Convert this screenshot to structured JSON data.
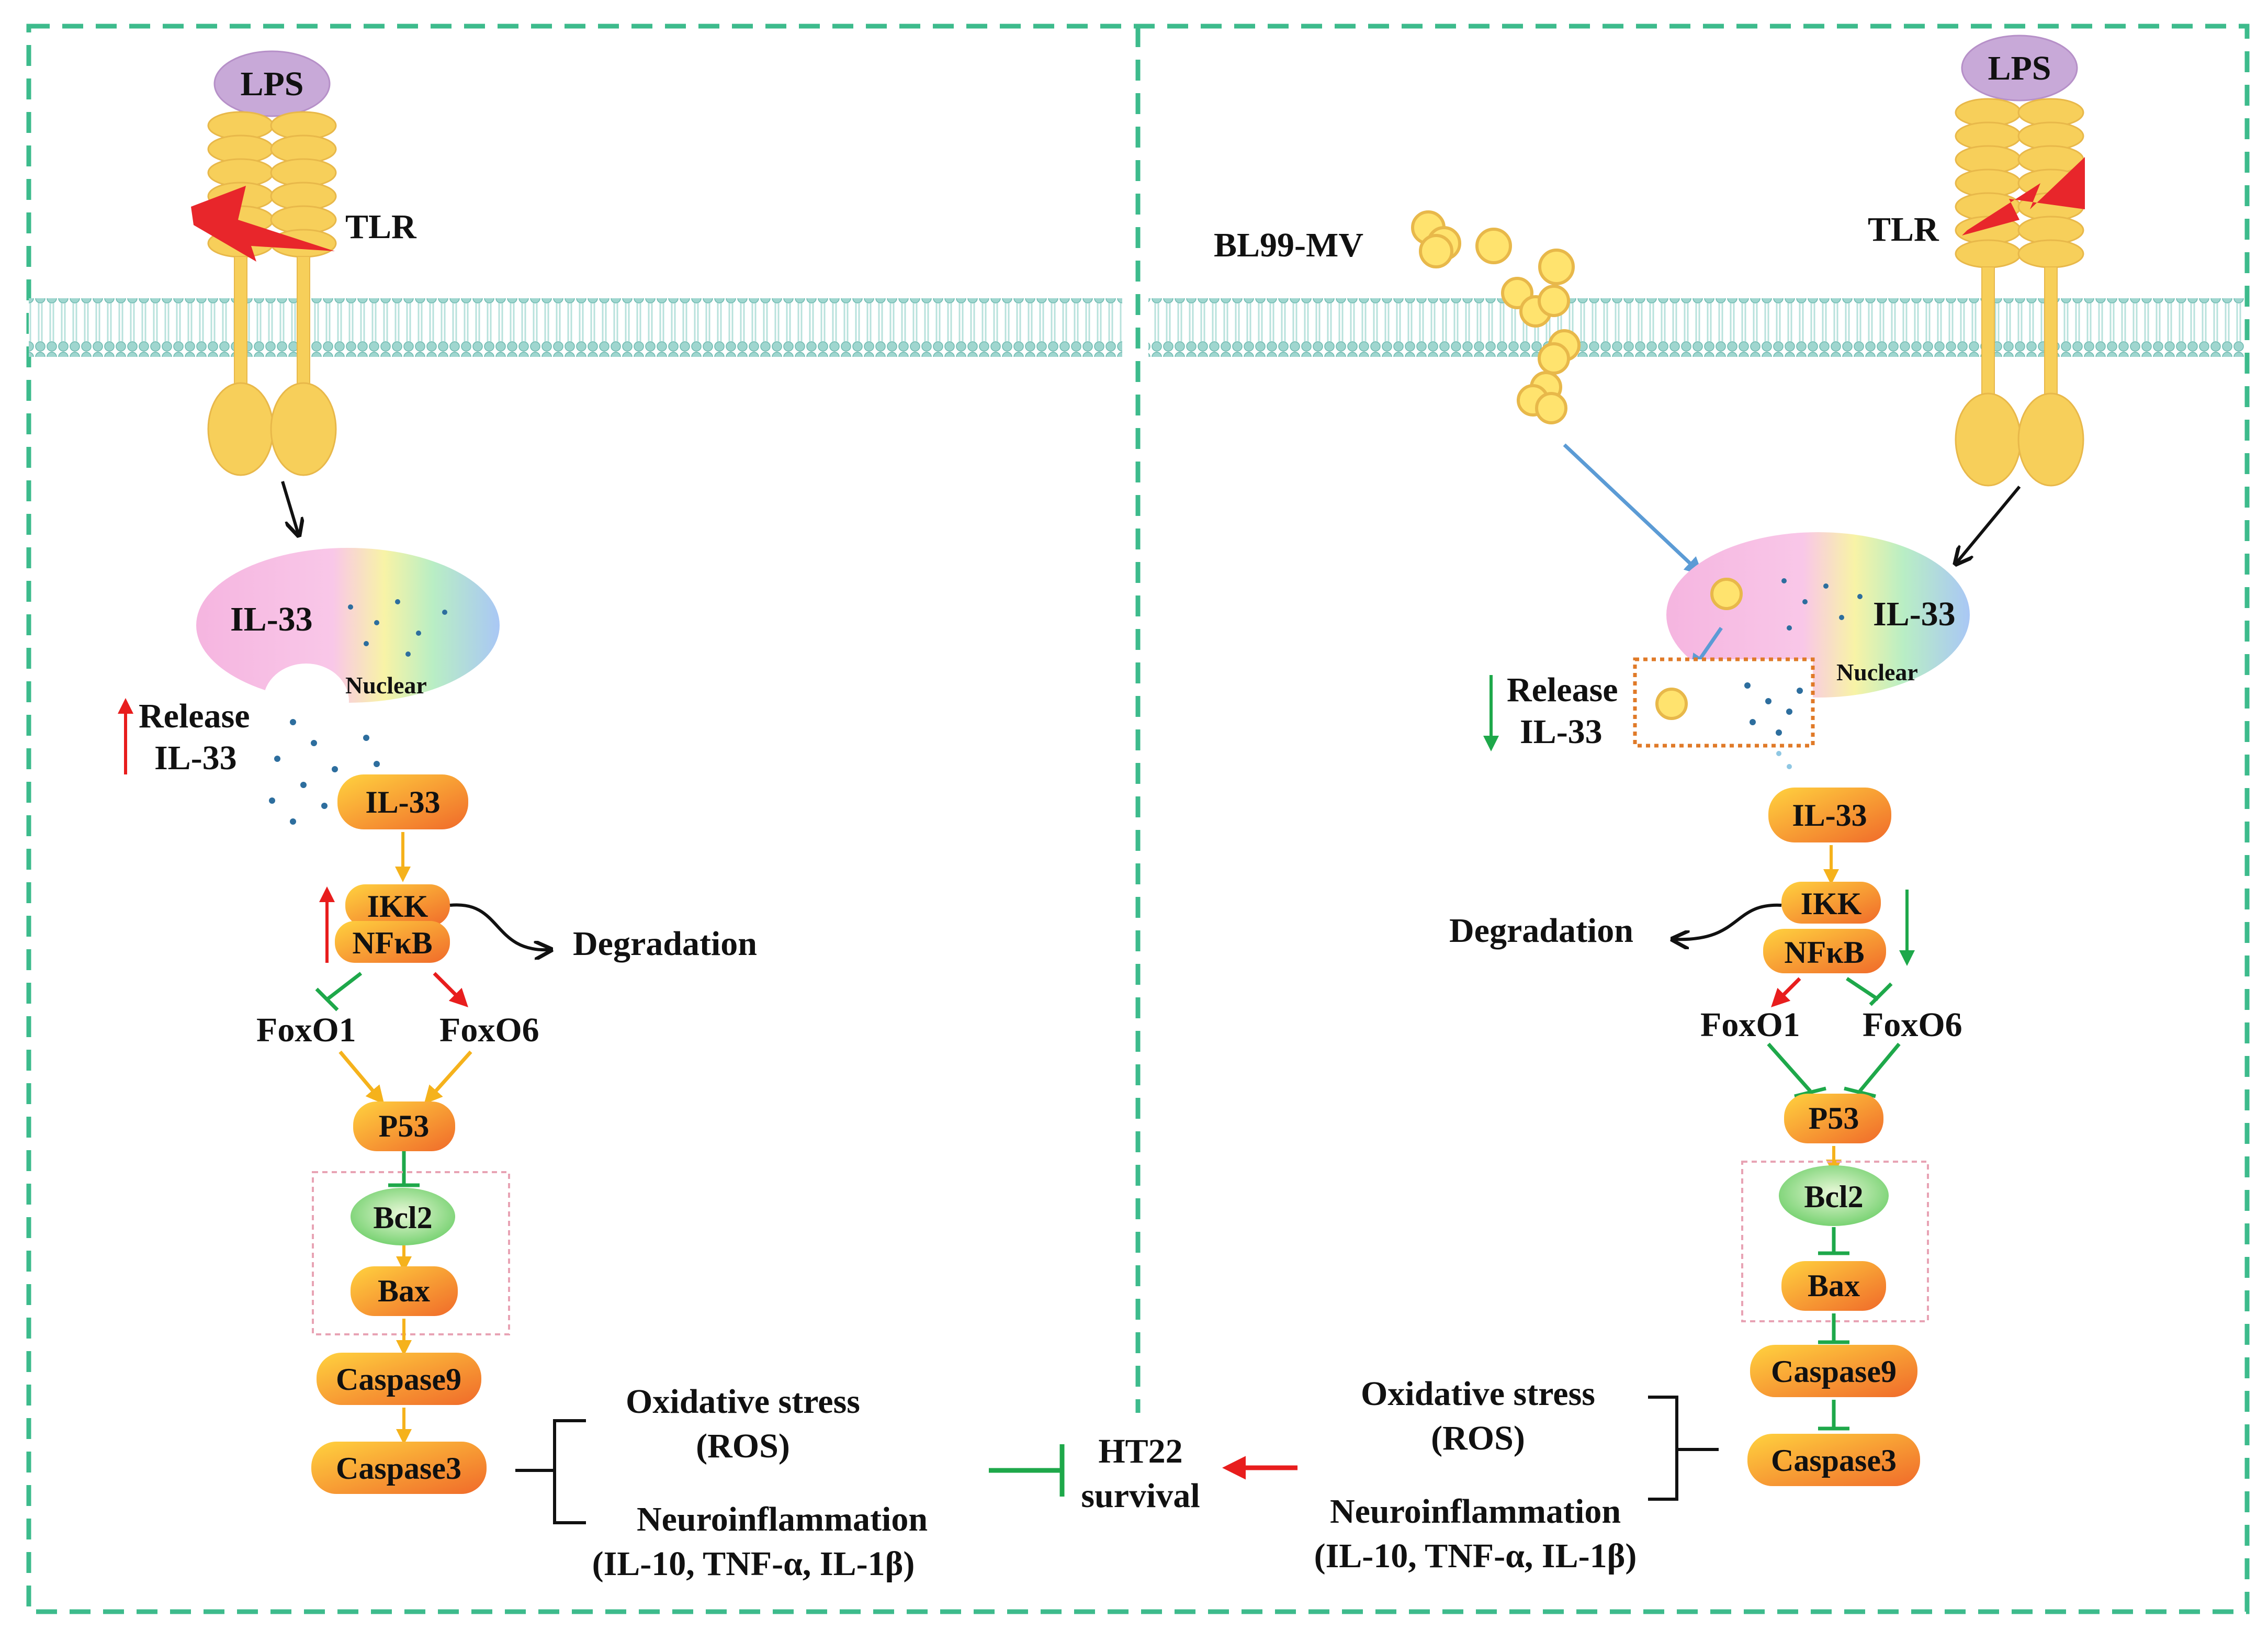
{
  "colors": {
    "frame": "#3dbb8c",
    "membrane": "#8fd0c8",
    "receptor": "#f7cf5a",
    "lps": "#c8a9d8",
    "pill_top": "#ffd23f",
    "pill_bottom": "#f06a2a",
    "bcl2": "#7fd67a",
    "activate": "#f5b21c",
    "inhibit": "#1ea84a",
    "red": "#e81d1d",
    "blue": "#5b9bd5",
    "black": "#111111",
    "pink_box": "#e8a3b4",
    "orange_box": "#e07a28",
    "vesicle": "#ffe36e"
  },
  "left": {
    "lps": "LPS",
    "tlr": "TLR",
    "nucleus_label": "IL-33",
    "nuclear": "Nuclear",
    "release_line1": "Release",
    "release_line2": "IL-33",
    "il33": "IL-33",
    "ikk": "IKK",
    "nfkb": "NFκB",
    "degradation": "Degradation",
    "foxo1": "FoxO1",
    "foxo6": "FoxO6",
    "p53": "P53",
    "bcl2": "Bcl2",
    "bax": "Bax",
    "caspase9": "Caspase9",
    "caspase3": "Caspase3",
    "oxidative_line1": "Oxidative stress",
    "oxidative_line2": "(ROS)",
    "neuro_line1": "Neuroinflammation",
    "neuro_line2": "(IL-10, TNF-α, IL-1β)"
  },
  "center": {
    "ht22_line1": "HT22",
    "ht22_line2": "survival"
  },
  "right": {
    "lps": "LPS",
    "tlr": "TLR",
    "bl99": "BL99-MV",
    "nucleus_label": "IL-33",
    "nuclear": "Nuclear",
    "release_line1": "Release",
    "release_line2": "IL-33",
    "il33": "IL-33",
    "ikk": "IKK",
    "nfkb": "NFκB",
    "degradation": "Degradation",
    "foxo1": "FoxO1",
    "foxo6": "FoxO6",
    "p53": "P53",
    "bcl2": "Bcl2",
    "bax": "Bax",
    "caspase9": "Caspase9",
    "caspase3": "Caspase3",
    "oxidative_line1": "Oxidative stress",
    "oxidative_line2": "(ROS)",
    "neuro_line1": "Neuroinflammation",
    "neuro_line2": "(IL-10, TNF-α, IL-1β)"
  }
}
